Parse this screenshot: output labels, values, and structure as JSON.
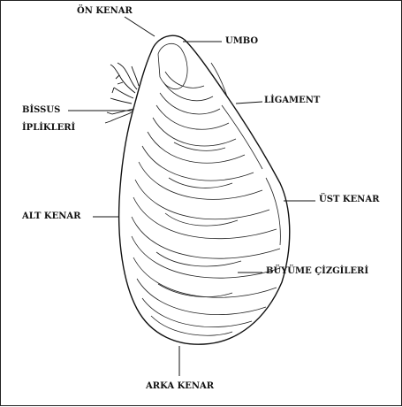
{
  "labels": {
    "on_kenar": "ÖN KENAR",
    "umbo": "UMBO",
    "ligament": "LİGAMENT",
    "bissus_line1": "BİSSUS",
    "bissus_line2": "İPLİKLERİ",
    "ust_kenar": "ÜST KENAR",
    "alt_kenar": "ALT KENAR",
    "buyume_cizgileri": "BÜYÜME ÇİZGİLERİ",
    "arka_kenar": "ARKA KENAR"
  },
  "colors": {
    "ink": "#111111",
    "background": "#ffffff"
  }
}
